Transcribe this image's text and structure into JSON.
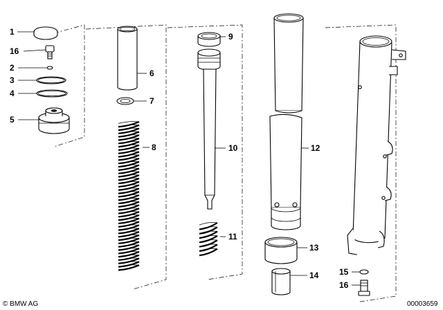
{
  "diagram": {
    "labels": [
      "1",
      "16",
      "2",
      "3",
      "4",
      "5",
      "6",
      "7",
      "8",
      "9",
      "10",
      "11",
      "12",
      "13",
      "14",
      "15",
      "16"
    ],
    "copyright": "© BMW AG",
    "diagram_number": "00003659"
  }
}
